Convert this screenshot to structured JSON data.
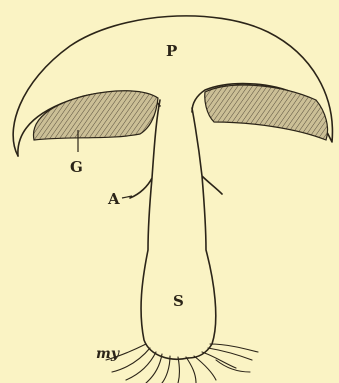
{
  "labels": {
    "pileus": "P",
    "gills": "G",
    "annulus": "A",
    "stipe": "S",
    "mycelium": "my"
  },
  "colors": {
    "paper": "#faf3c4",
    "ink": "#2b2418"
  }
}
